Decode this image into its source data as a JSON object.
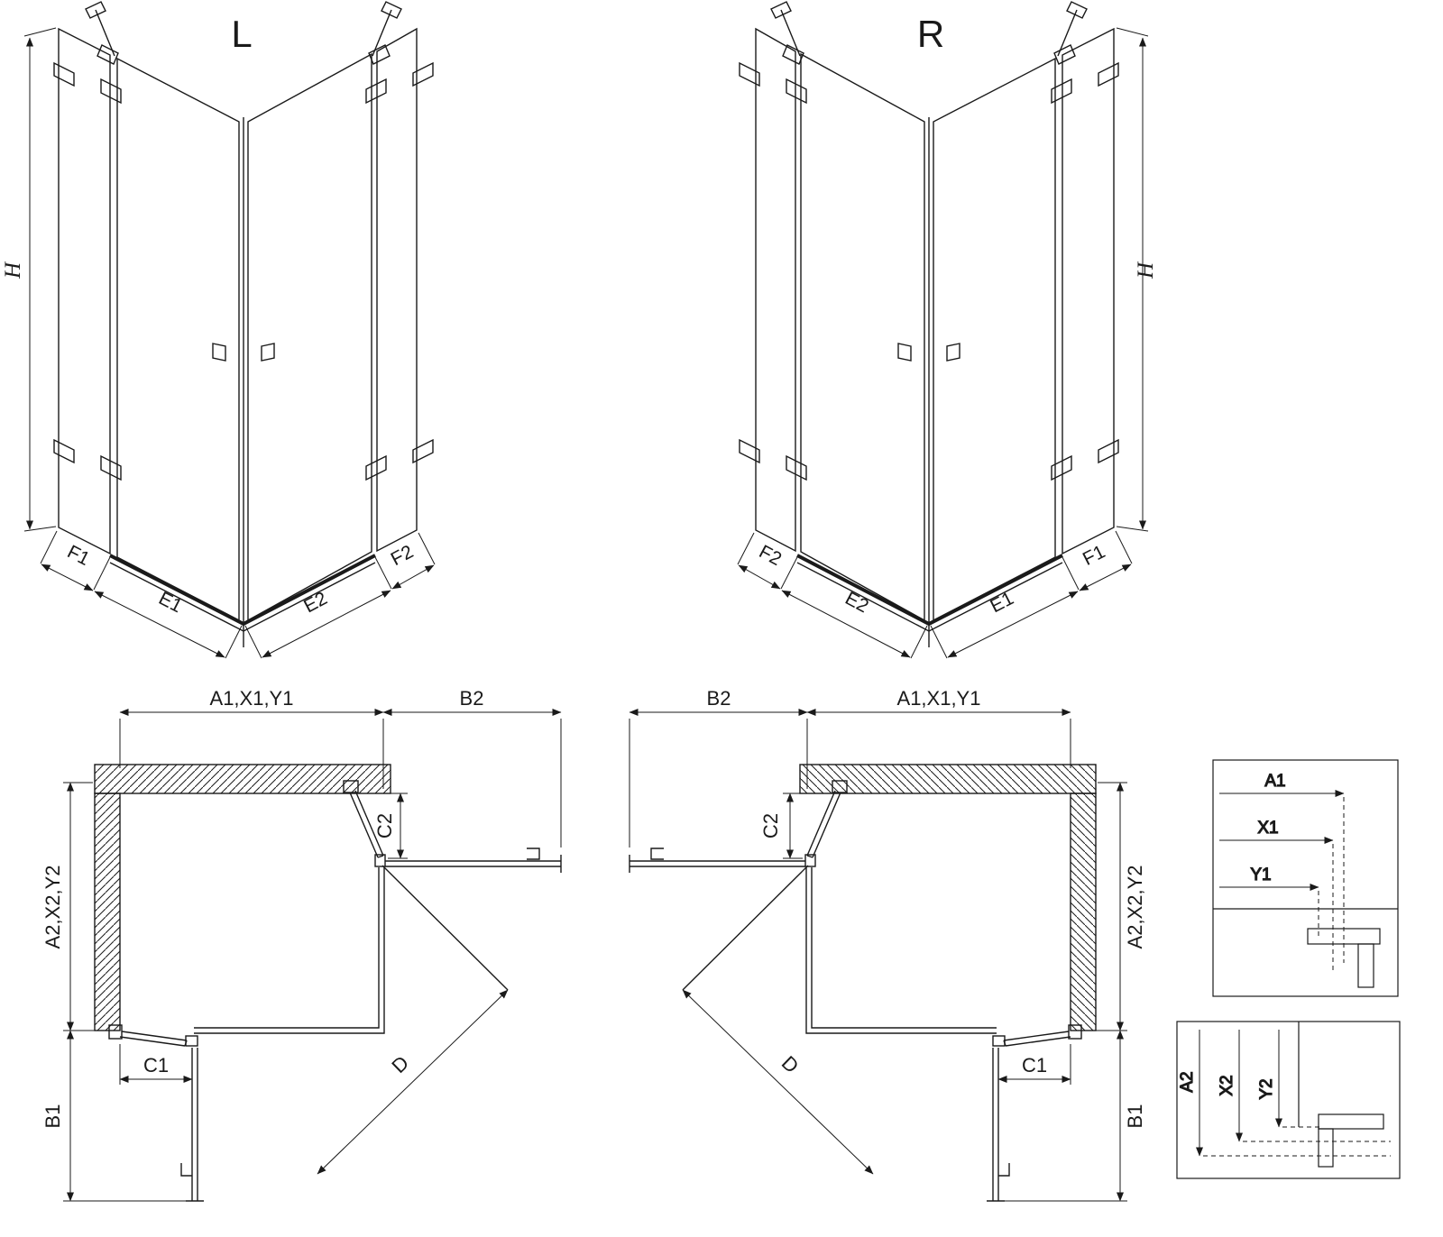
{
  "drawing": {
    "line_color": "#1a1a1a",
    "background": "#ffffff",
    "perspective_left": {
      "title": "L",
      "h": "H",
      "f1": "F1",
      "e1": "E1",
      "e2": "E2",
      "f2": "F2"
    },
    "perspective_right": {
      "title": "R",
      "h": "H",
      "f1": "F1",
      "e1": "E1",
      "e2": "E2",
      "f2": "F2"
    },
    "plan_left": {
      "a1": "A1,X1,Y1",
      "b2": "B2",
      "c2": "C2",
      "a2": "A2,X2,Y2",
      "c1": "C1",
      "b1": "B1",
      "d": "D"
    },
    "plan_right": {
      "a1": "A1,X1,Y1",
      "b2": "B2",
      "c2": "C2",
      "a2": "A2,X2,Y2",
      "c1": "C1",
      "b1": "B1",
      "d": "D"
    },
    "detail_top": {
      "a1": "A1",
      "x1": "X1",
      "y1": "Y1"
    },
    "detail_bottom": {
      "a2": "A2",
      "x2": "X2",
      "y2": "Y2"
    }
  }
}
